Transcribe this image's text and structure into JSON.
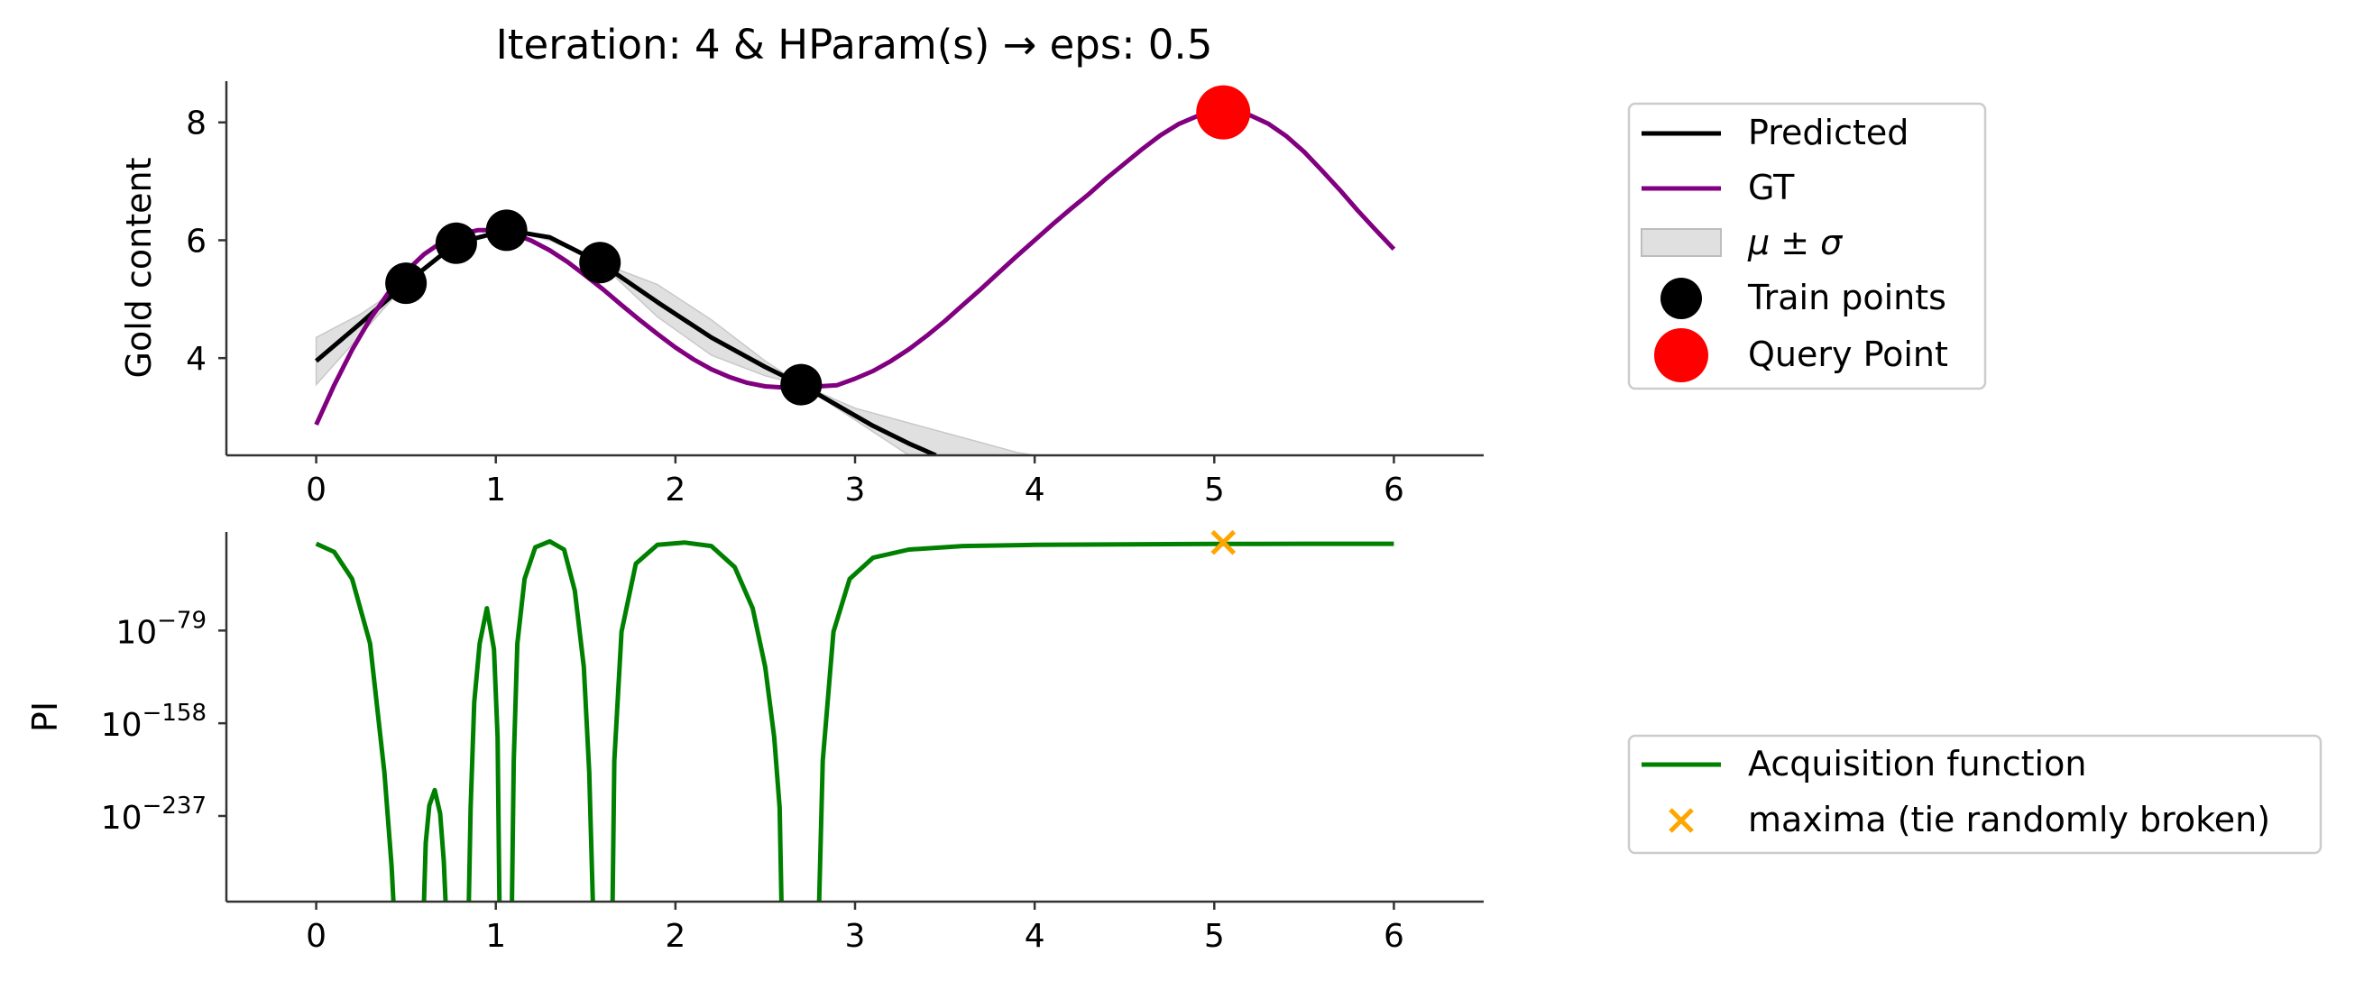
{
  "chart_data": [
    {
      "type": "line",
      "title": "Iteration: 4 & HParam(s) → eps: 0.5",
      "xlabel": "",
      "ylabel": "Gold content",
      "xlim": [
        -0.5,
        6.5
      ],
      "ylim": [
        2.35,
        8.7
      ],
      "xticks": [
        0,
        1,
        2,
        3,
        4,
        5,
        6
      ],
      "yticks": [
        4,
        6,
        8
      ],
      "grid": false,
      "legend_position": "right, outside plot",
      "series": [
        {
          "name": "Predicted",
          "color": "#000000",
          "x": [
            0,
            0.25,
            0.5,
            0.78,
            1.06,
            1.3,
            1.58,
            1.9,
            2.2,
            2.5,
            2.7,
            2.9,
            3.1,
            3.3,
            3.45
          ],
          "y": [
            3.95,
            4.6,
            5.27,
            5.95,
            6.17,
            6.05,
            5.62,
            4.95,
            4.35,
            3.85,
            3.55,
            3.2,
            2.85,
            2.55,
            2.35
          ]
        },
        {
          "name": "GT",
          "color": "#800080",
          "x": [
            0,
            0.1,
            0.2,
            0.3,
            0.4,
            0.5,
            0.6,
            0.7,
            0.8,
            0.9,
            1.0,
            1.1,
            1.2,
            1.3,
            1.4,
            1.5,
            1.6,
            1.7,
            1.8,
            1.9,
            2.0,
            2.1,
            2.2,
            2.3,
            2.4,
            2.5,
            2.6,
            2.7,
            2.8,
            2.9,
            3.0,
            3.1,
            3.2,
            3.3,
            3.4,
            3.5,
            3.6,
            3.7,
            3.8,
            3.9,
            4.0,
            4.1,
            4.2,
            4.3,
            4.4,
            4.5,
            4.6,
            4.7,
            4.8,
            4.9,
            5.0,
            5.1,
            5.2,
            5.3,
            5.4,
            5.5,
            5.6,
            5.7,
            5.8,
            5.9,
            6.0
          ],
          "y": [
            2.87,
            3.54,
            4.14,
            4.66,
            5.1,
            5.47,
            5.76,
            5.97,
            6.1,
            6.17,
            6.17,
            6.11,
            5.99,
            5.83,
            5.63,
            5.4,
            5.16,
            4.9,
            4.65,
            4.41,
            4.18,
            3.98,
            3.81,
            3.68,
            3.58,
            3.52,
            3.5,
            3.51,
            3.52,
            3.54,
            3.65,
            3.78,
            3.95,
            4.15,
            4.38,
            4.63,
            4.9,
            5.17,
            5.45,
            5.73,
            6.0,
            6.27,
            6.53,
            6.78,
            7.05,
            7.3,
            7.55,
            7.78,
            7.97,
            8.1,
            8.17,
            8.18,
            8.12,
            7.98,
            7.77,
            7.5,
            7.18,
            6.85,
            6.5,
            6.17,
            5.85
          ]
        }
      ],
      "band": {
        "name": "μ ± σ",
        "color": "#e0e0e0",
        "x": [
          0,
          0.25,
          0.5,
          0.78,
          1.06,
          1.3,
          1.58,
          1.9,
          2.2,
          2.5,
          2.7,
          3.0,
          3.3,
          3.6,
          3.9,
          4.0
        ],
        "upper": [
          4.35,
          4.75,
          5.27,
          5.95,
          6.17,
          6.08,
          5.62,
          5.25,
          4.65,
          3.95,
          3.55,
          3.15,
          2.9,
          2.65,
          2.4,
          2.35
        ],
        "lower": [
          3.55,
          4.4,
          5.27,
          5.95,
          6.17,
          6.0,
          5.62,
          4.7,
          4.05,
          3.7,
          3.55,
          2.95,
          2.35,
          2.35,
          2.35,
          2.35
        ]
      },
      "train_points": {
        "name": "Train points",
        "color": "#000000",
        "x": [
          0.5,
          0.78,
          1.06,
          1.58,
          2.7
        ],
        "y": [
          5.27,
          5.95,
          6.17,
          5.62,
          3.55
        ]
      },
      "query_point": {
        "name": "Query Point",
        "color": "#ff0000",
        "x": 5.05,
        "y": 8.17
      }
    },
    {
      "type": "line",
      "title": "",
      "xlabel": "",
      "ylabel": "PI",
      "yscale": "log",
      "xlim": [
        -0.5,
        6.5
      ],
      "ylim_log10": [
        -310,
        5
      ],
      "xticks": [
        0,
        1,
        2,
        3,
        4,
        5,
        6
      ],
      "yticks_log10": [
        -79,
        -158,
        -237
      ],
      "ytick_labels": [
        {
          "base": "10",
          "exp": "−79"
        },
        {
          "base": "10",
          "exp": "−158"
        },
        {
          "base": "10",
          "exp": "−237"
        }
      ],
      "grid": false,
      "legend_position": "right, outside plot",
      "series": [
        {
          "name": "Acquisition function",
          "color": "#008000",
          "x": [
            0,
            0.1,
            0.2,
            0.3,
            0.38,
            0.42,
            0.43,
            null,
            0.6,
            0.61,
            0.63,
            0.66,
            0.69,
            0.71,
            0.72,
            null,
            0.85,
            0.86,
            0.88,
            0.91,
            0.95,
            0.99,
            1.01,
            1.02,
            null,
            1.09,
            1.1,
            1.12,
            1.16,
            1.22,
            1.3,
            1.38,
            1.44,
            1.49,
            1.52,
            1.54,
            null,
            1.65,
            1.66,
            1.7,
            1.78,
            1.9,
            2.05,
            2.2,
            2.33,
            2.43,
            2.5,
            2.55,
            2.58,
            2.59,
            null,
            2.8,
            2.82,
            2.88,
            2.97,
            3.1,
            3.3,
            3.6,
            4.0,
            4.5,
            5.0,
            5.5,
            6.0
          ],
          "y_log10": [
            -5,
            -12,
            -35,
            -90,
            -200,
            -280,
            -310,
            null,
            -310,
            -260,
            -228,
            -215,
            -235,
            -275,
            -310,
            null,
            -310,
            -230,
            -140,
            -90,
            -60,
            -95,
            -170,
            -310,
            null,
            -310,
            -190,
            -90,
            -35,
            -8,
            -3,
            -10,
            -45,
            -110,
            -200,
            -310,
            null,
            -310,
            -190,
            -80,
            -22,
            -6,
            -4,
            -7,
            -25,
            -60,
            -110,
            -170,
            -230,
            -310,
            null,
            -310,
            -190,
            -80,
            -35,
            -17,
            -10,
            -7,
            -6,
            -5.5,
            -5.2,
            -5.1,
            -5.1
          ]
        }
      ],
      "maxima": {
        "name": "maxima (tie randomly broken)",
        "color": "#ffa500",
        "x": 5.05,
        "y_log10": -4
      }
    }
  ]
}
